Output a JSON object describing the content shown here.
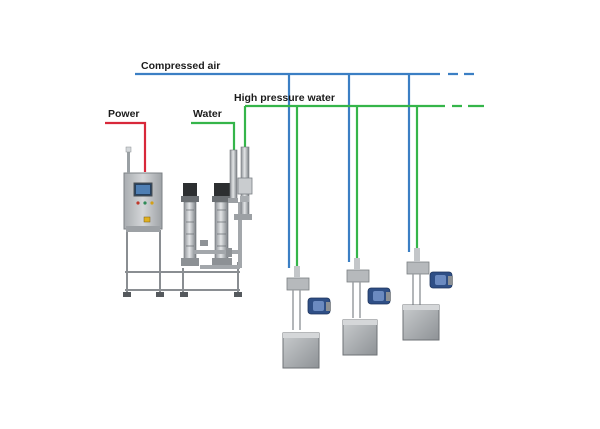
{
  "labels": {
    "compressed_air": "Compressed air",
    "high_pressure_water": "High pressure water",
    "power": "Power",
    "water": "Water"
  },
  "colors": {
    "compressed_air_line": "#3b7fc4",
    "high_pressure_water_line": "#35b54a",
    "power_line": "#d8283a",
    "water_line": "#35b54a",
    "steel": "#b9bcbf",
    "steel_dark": "#7c8185",
    "motor_blue": "#2f4f86"
  },
  "icons": {
    "control_cabinet": "control-cabinet-icon",
    "pump": "vertical-pump-icon",
    "filter": "filter-column-icon",
    "spray_unit": "spray-unit-icon"
  }
}
